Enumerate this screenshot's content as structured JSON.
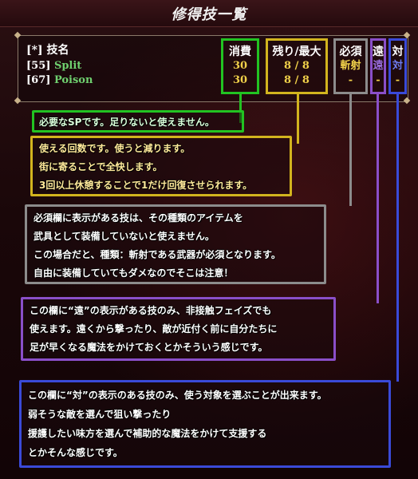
{
  "window": {
    "title": "修得技一覧"
  },
  "table": {
    "headers": {
      "name": "[*] 技名",
      "cost": "消費",
      "remaining": "残り/最大",
      "required": "必須",
      "ranged": "遠",
      "target": "対"
    },
    "rows": [
      {
        "level": "[55]",
        "skill": "Split",
        "cost": "30",
        "uses": "8 / 8",
        "required": "斬射",
        "ranged": "遠",
        "target": "対"
      },
      {
        "level": "[67]",
        "skill": "Poison",
        "cost": "30",
        "uses": "8 / 8",
        "required": "-",
        "ranged": "-",
        "target": "-"
      }
    ]
  },
  "callouts": {
    "cost": {
      "lines": [
        "必要なSPです。足りないと使えません。"
      ]
    },
    "remaining": {
      "lines": [
        "使える回数です。使うと減ります。",
        "街に寄ることで全快します。",
        "3回以上休憩することで1だけ回復させられます。"
      ]
    },
    "required": {
      "lines": [
        "必須欄に表示がある技は、その種類のアイテムを",
        "武具として装備していないと使えません。",
        "この場合だと、種類：斬射である武器が必須となります。",
        "自由に装備していてもダメなのでそこは注意！"
      ]
    },
    "ranged": {
      "lines": [
        "この欄に“遠”の表示がある技のみ、非接触フェイズでも",
        "使えます。遠くから撃ったり、敵が近付く前に自分たちに",
        "足が早くなる魔法をかけておくとかそういう感じです。"
      ]
    },
    "target": {
      "lines": [
        "この欄に“対”の表示のある技のみ、使う対象を選ぶことが出来ます。",
        "弱そうな敵を選んで狙い撃ったり",
        "援護したい味方を選んで補助的な魔法をかけて支援する",
        "とかそんな感じです。"
      ]
    }
  },
  "colors": {
    "cost": "#22c322",
    "remaining": "#d2b41e",
    "required": "#8c8c8c",
    "ranged": "#8a4fc9",
    "target": "#3a4ad8"
  }
}
